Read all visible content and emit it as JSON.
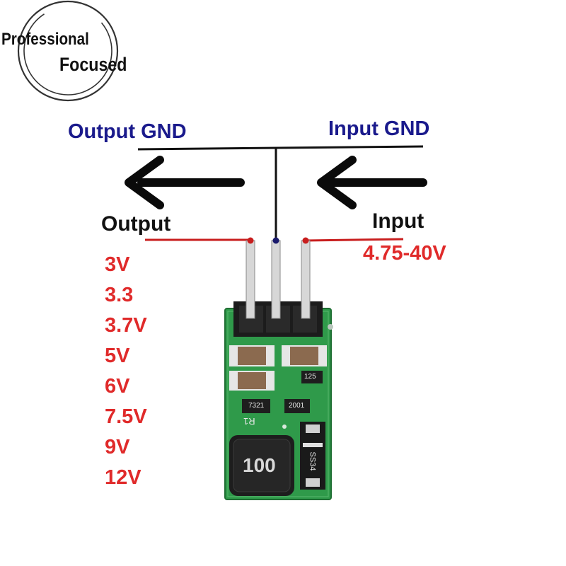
{
  "logo": {
    "line1": "Professional",
    "line2": "Focused"
  },
  "labels": {
    "output_gnd": "Output GND",
    "input_gnd": "Input GND",
    "output": "Output",
    "input": "Input",
    "input_range": "4.75-40V"
  },
  "output_voltages": [
    "3V",
    "3.3",
    "3.7V",
    "5V",
    "6V",
    "7.5V",
    "9V",
    "12V"
  ],
  "board_markings": {
    "inductor": "100",
    "resistor_r1": "R1",
    "chip_1": "125",
    "chip_2": "7321",
    "chip_3": "2001",
    "diode": "SS34"
  },
  "colors": {
    "navy_text": "#1a1a8c",
    "red_text": "#e02a2a",
    "pcb_green": "#2f9a4a",
    "pin_red": "#c81e1e",
    "pin_navy": "#1a1a6c"
  }
}
